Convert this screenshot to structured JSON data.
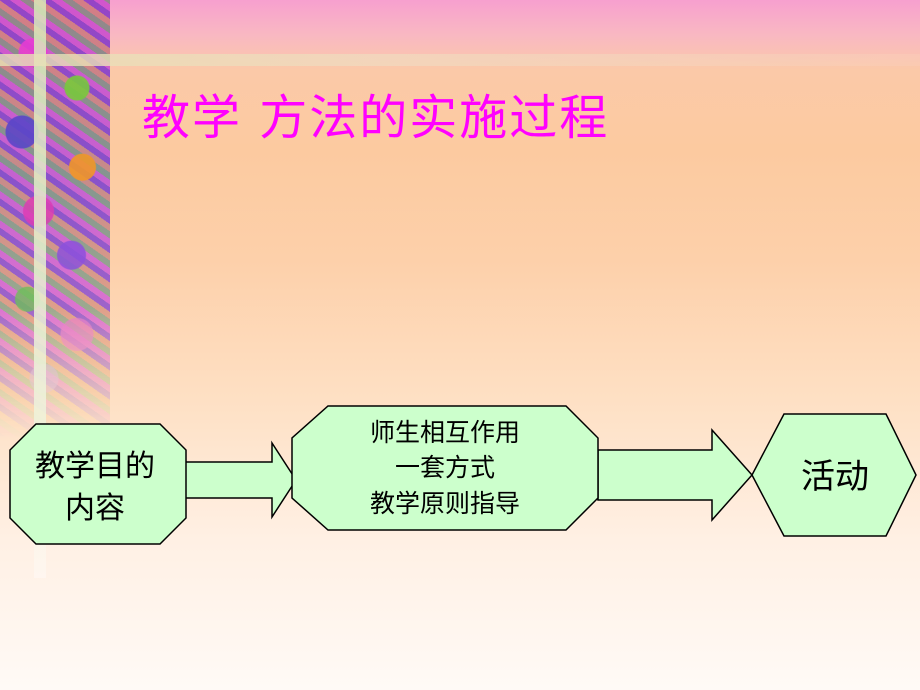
{
  "title": "教学 方法的实施过程",
  "colors": {
    "title": "#ff00ff",
    "node_fill": "#ccffcc",
    "node_stroke": "#000000",
    "arrow_fill": "#ccffcc"
  },
  "nodes": [
    {
      "id": "content",
      "lines": [
        "教学目的",
        "内容"
      ]
    },
    {
      "id": "process",
      "lines": [
        "师生相互作用",
        "一套方式",
        "教学原则指导"
      ]
    },
    {
      "id": "activity",
      "lines": [
        "活动"
      ]
    }
  ]
}
